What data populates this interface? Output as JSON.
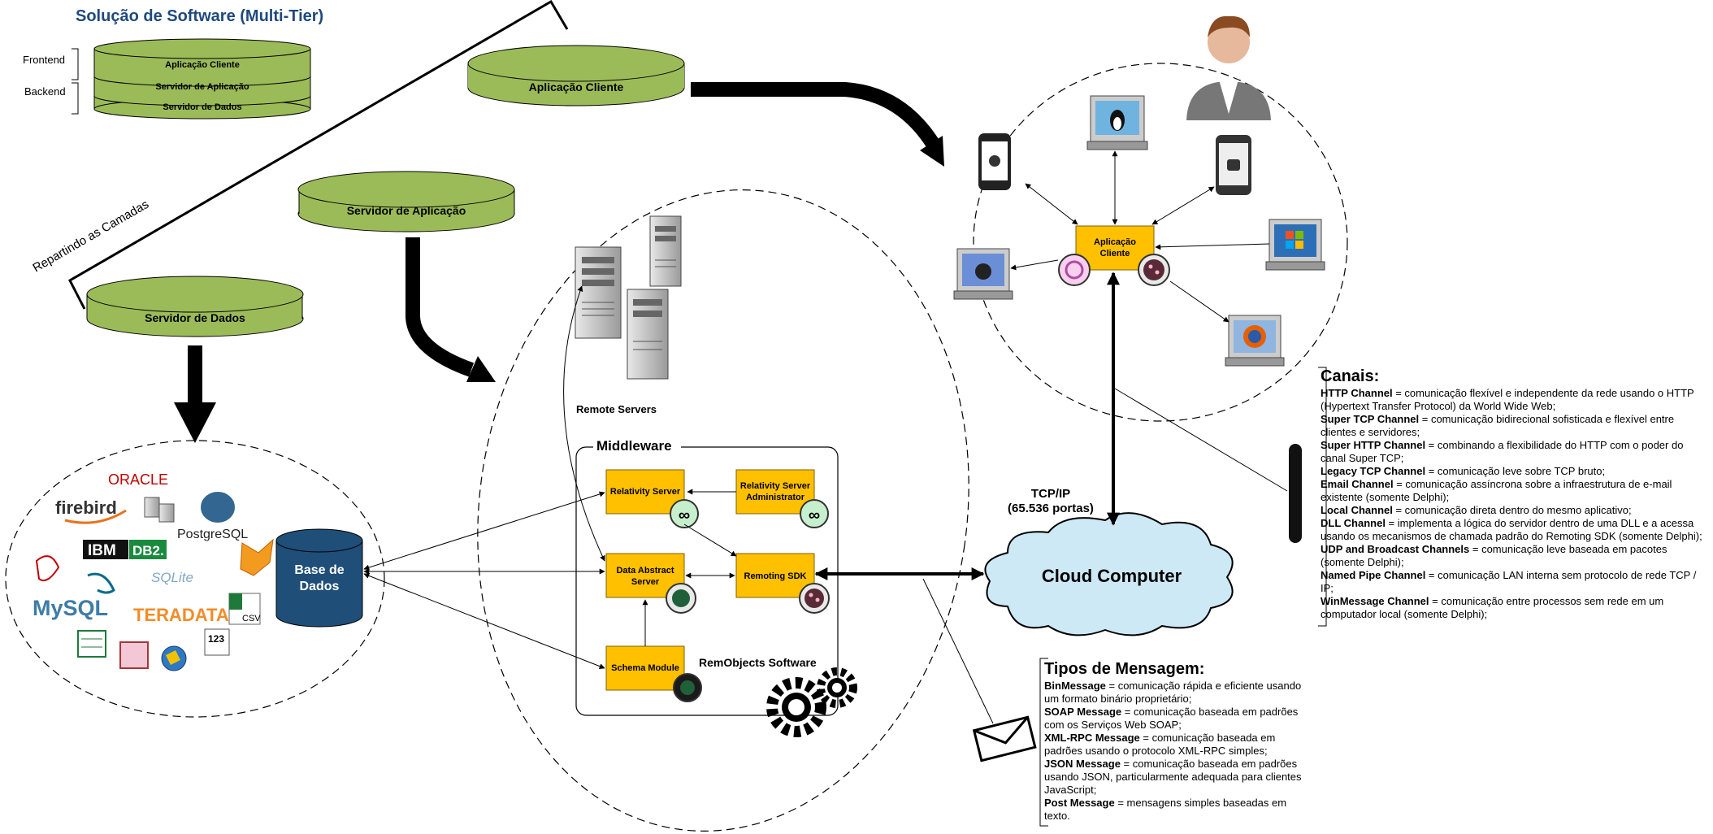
{
  "title": "Solução de Software (Multi-Tier)",
  "layers_stack": {
    "frontend_label": "Frontend",
    "backend_label": "Backend",
    "tiers": [
      "Aplicação Cliente",
      "Servidor de Aplicação",
      "Servidor de Dados"
    ]
  },
  "split_label": "Repartindo as Camadas",
  "tier_client": "Aplicação Cliente",
  "tier_app_server": "Servidor de Aplicação",
  "tier_data_server": "Servidor de Dados",
  "database": {
    "label_line1": "Base de",
    "label_line2": "Dados",
    "logos": [
      "ORACLE",
      "firebird",
      "PostgreSQL",
      "IBM",
      "DB2.",
      "SQLite",
      "MySQL",
      "TERADATA",
      "CSV",
      "123"
    ]
  },
  "remote_servers_label": "Remote Servers",
  "middleware": {
    "title": "Middleware",
    "relativity_server": "Relativity Server",
    "relativity_admin_line1": "Relativity Server",
    "relativity_admin_line2": "Administrator",
    "data_abstract_line1": "Data Abstract",
    "data_abstract_line2": "Server",
    "remoting_sdk": "Remoting SDK",
    "schema_module": "Schema Module",
    "vendor": "RemObjects Software"
  },
  "client": {
    "label_line1": "Aplicação",
    "label_line2": "Cliente"
  },
  "network": {
    "protocol": "TCP/IP",
    "ports": "(65.536 portas)",
    "cloud": "Cloud Computer"
  },
  "canais": {
    "title": "Canais:",
    "items": [
      {
        "name": "HTTP Channel",
        "desc": " = comunicação flexível e independente da rede usando o HTTP (Hypertext Transfer Protocol) da World Wide Web;"
      },
      {
        "name": "Super TCP Channel",
        "desc": " = comunicação bidirecional sofisticada e flexível entre clientes e servidores;"
      },
      {
        "name": "Super HTTP Channel",
        "desc": " = combinando a flexibilidade do HTTP com o poder do canal Super TCP;"
      },
      {
        "name": "Legacy TCP Channel",
        "desc": " = comunicação leve sobre TCP bruto;"
      },
      {
        "name": "Email Channel",
        "desc": " = comunicação assíncrona sobre a infraestrutura de e-mail existente (somente Delphi);"
      },
      {
        "name": "Local Channel",
        "desc": " = comunicação direta dentro do mesmo aplicativo;"
      },
      {
        "name": "DLL Channel",
        "desc": " = implementa a lógica do servidor dentro de uma DLL e a acessa usando os mecanismos de chamada padrão do Remoting SDK (somente Delphi);"
      },
      {
        "name": "UDP and Broadcast Channels",
        "desc": " = comunicação leve baseada em pacotes (somente Delphi);"
      },
      {
        "name": "Named Pipe Channel",
        "desc": " = comunicação LAN interna sem protocolo de rede TCP / IP;"
      },
      {
        "name": "WinMessage Channel",
        "desc": " = comunicação entre processos sem rede em um computador local (somente Delphi);"
      }
    ]
  },
  "mensagens": {
    "title": "Tipos de Mensagem:",
    "items": [
      {
        "name": "BinMessage",
        "desc": " = comunicação rápida e eficiente usando um formato binário proprietário;"
      },
      {
        "name": "SOAP Message",
        "desc": " = comunicação baseada em padrões com os Serviços Web SOAP;"
      },
      {
        "name": "XML-RPC Message",
        "desc": " = comunicação baseada em padrões usando o protocolo XML-RPC simples;"
      },
      {
        "name": "JSON Message",
        "desc": " = comunicação baseada em padrões usando JSON, particularmente adequada para clientes JavaScript;"
      },
      {
        "name": "Post Message",
        "desc": " = mensagens simples baseadas em texto."
      }
    ]
  },
  "colors": {
    "tier_green": "#9bbb59",
    "box_yellow": "#ffc000",
    "db_blue": "#1f4e79",
    "cloud_blue": "#cde9f5",
    "title_blue": "#1f497d"
  }
}
